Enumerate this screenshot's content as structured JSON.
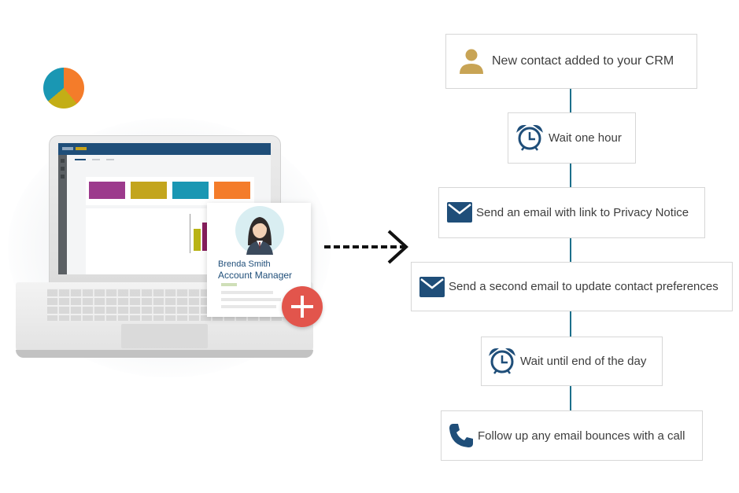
{
  "contact_card": {
    "name": "Brenda Smith",
    "role": "Account Manager"
  },
  "app_preview": {
    "tile_colors": [
      "#9c3a8c",
      "#c3a51d",
      "#1a97b3",
      "#f47c2a"
    ],
    "bar_colors": [
      "#b9b315",
      "#8a1f5e",
      "#1a97b3"
    ]
  },
  "workflow": {
    "steps": [
      {
        "label": "New contact added to your CRM",
        "icon": "person-icon"
      },
      {
        "label": "Wait one hour",
        "icon": "alarm-clock-icon"
      },
      {
        "label": "Send an email with link to Privacy Notice",
        "icon": "envelope-icon"
      },
      {
        "label": "Send a second email to update contact preferences",
        "icon": "envelope-icon"
      },
      {
        "label": "Wait until end of the day",
        "icon": "alarm-clock-icon"
      },
      {
        "label": "Follow up any email bounces with a call",
        "icon": "phone-icon"
      }
    ],
    "colors": {
      "connector": "#1c6f8b",
      "icon": "#1f4e79",
      "person_icon": "#c8a455"
    }
  }
}
